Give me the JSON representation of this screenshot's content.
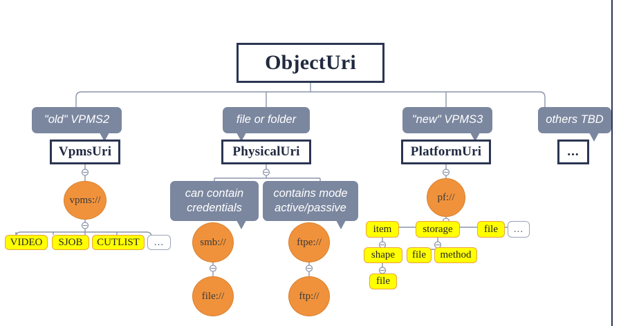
{
  "diagram": {
    "title": "ObjectUri",
    "type": "hierarchy-tree",
    "colors": {
      "node_border": "#2b3552",
      "note_fill": "#7b879f",
      "instance_fill": "#f0923c",
      "attribute_fill": "#ffff00",
      "connector": "#8a93a8",
      "background": "#ffffff"
    },
    "root": {
      "label": "ObjectUri"
    },
    "branches": [
      {
        "note": "\"old\" VPMS2",
        "class": "VpmsUri",
        "scheme": "vpms://",
        "attributes": [
          "VIDEO",
          "SJOB",
          "CUTLIST",
          "..."
        ]
      },
      {
        "note": "file or folder",
        "class": "PhysicalUri",
        "sub_notes": [
          "can contain credentials",
          "contains mode active/passive"
        ],
        "schemes": [
          "smb://",
          "ftpe://"
        ],
        "sub_schemes": [
          "file://",
          "ftp://"
        ]
      },
      {
        "note": "\"new\" VPMS3",
        "class": "PlatformUri",
        "scheme": "pf://",
        "attributes": [
          "item",
          "storage",
          "file",
          "..."
        ],
        "children": {
          "item": [
            "shape"
          ],
          "shape": [
            "file"
          ],
          "storage": [
            "file",
            "method"
          ]
        }
      },
      {
        "note": "others TBD",
        "class": "..."
      }
    ],
    "labels": {
      "root": "ObjectUri",
      "note_old_vpms2": "\"old\" VPMS2",
      "note_file_or_folder": "file or folder",
      "note_new_vpms3": "\"new\" VPMS3",
      "note_others_tbd": "others TBD",
      "cls_vpmsuri": "VpmsUri",
      "cls_physicaluri": "PhysicalUri",
      "cls_platformuri": "PlatformUri",
      "cls_dots": "...",
      "note_credentials_l1": "can contain",
      "note_credentials_l2": "credentials",
      "note_mode_l1": "contains mode",
      "note_mode_l2": "active/passive",
      "oval_vpms": "vpms://",
      "oval_smb": "smb://",
      "oval_file": "file://",
      "oval_ftpe": "ftpe://",
      "oval_ftp": "ftp://",
      "oval_pf": "pf://",
      "y_video": "VIDEO",
      "y_sjob": "SJOB",
      "y_cutlist": "CUTLIST",
      "y_dots_left": "...",
      "y_item": "item",
      "y_storage": "storage",
      "y_file_top": "file",
      "y_dots_right": "...",
      "y_shape": "shape",
      "y_file_mid": "file",
      "y_method": "method",
      "y_file_bottom": "file"
    }
  }
}
